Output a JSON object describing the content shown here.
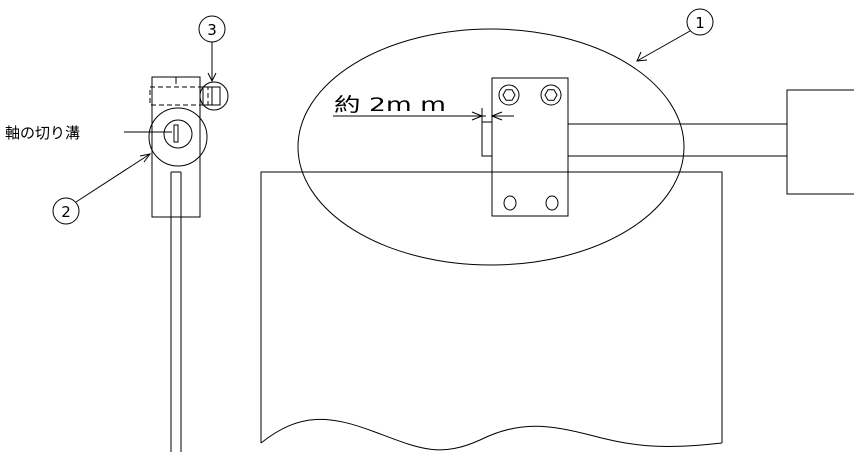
{
  "drawing": {
    "callouts": [
      {
        "id": "1",
        "text": "①"
      },
      {
        "id": "2",
        "text": "②"
      },
      {
        "id": "3",
        "text": "③"
      }
    ],
    "labels": {
      "shaft_groove": "軸の切り溝",
      "gap": "約 2m m"
    }
  }
}
